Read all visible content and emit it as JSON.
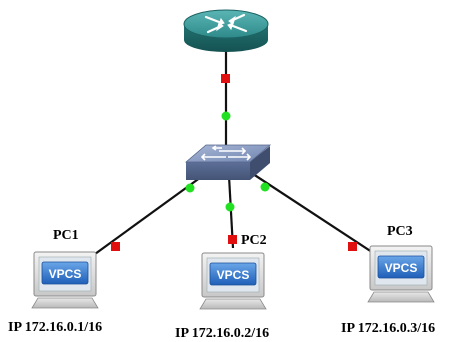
{
  "router": {
    "icon": "router-icon"
  },
  "switch": {
    "icon": "switch-icon"
  },
  "pcs": [
    {
      "name": "PC1",
      "badge": "VPCS",
      "ip": "IP 172.16.0.1/16"
    },
    {
      "name": "PC2",
      "badge": "VPCS",
      "ip": "IP 172.16.0.2/16"
    },
    {
      "name": "PC3",
      "badge": "VPCS",
      "ip": "IP 172.16.0.3/16"
    }
  ],
  "colors": {
    "link": "#111111",
    "port_up": "#22e022",
    "port_down": "#e01010",
    "router_body": "#2e8a8a",
    "switch_body": "#6c7fa8",
    "pc_badge": "#2d74c8"
  }
}
